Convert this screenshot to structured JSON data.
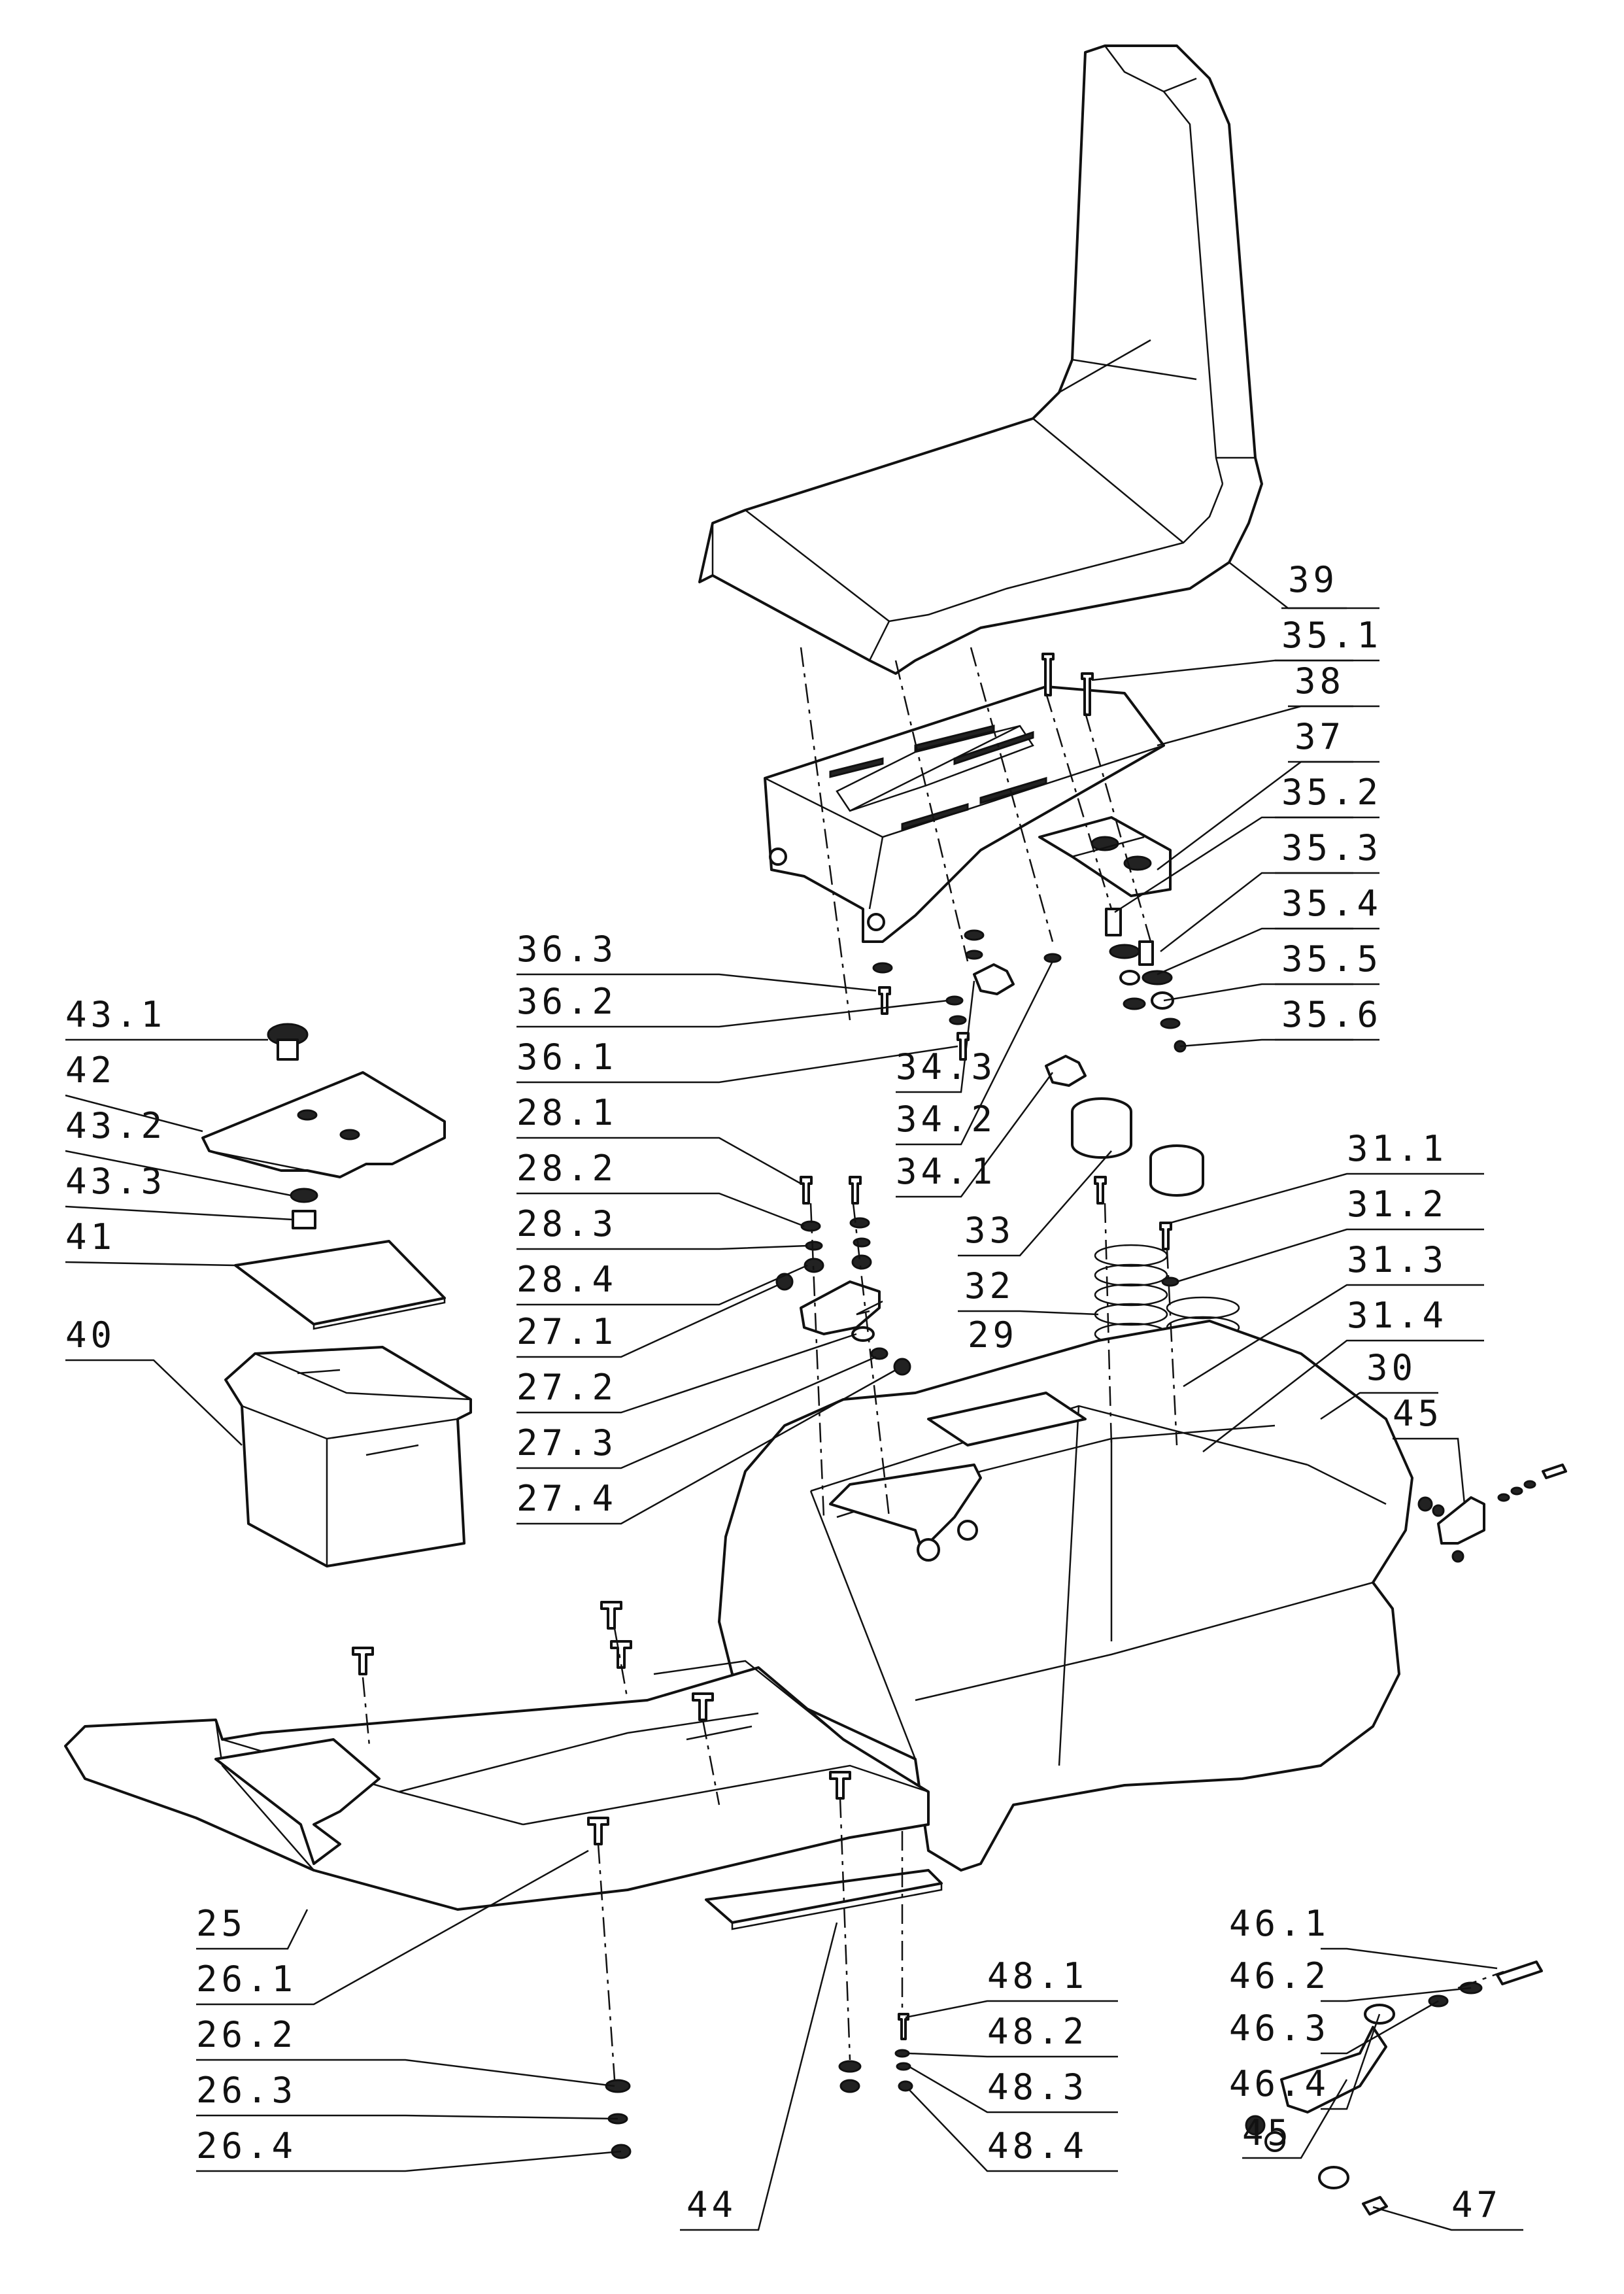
{
  "callouts": [
    {
      "id": "39",
      "text": "39"
    },
    {
      "id": "35-1",
      "text": "35.1"
    },
    {
      "id": "38",
      "text": "38"
    },
    {
      "id": "37",
      "text": "37"
    },
    {
      "id": "35-2",
      "text": "35.2"
    },
    {
      "id": "35-3",
      "text": "35.3"
    },
    {
      "id": "35-4",
      "text": "35.4"
    },
    {
      "id": "35-5",
      "text": "35.5"
    },
    {
      "id": "35-6",
      "text": "35.6"
    },
    {
      "id": "43-1",
      "text": "43.1"
    },
    {
      "id": "42",
      "text": "42"
    },
    {
      "id": "43-2",
      "text": "43.2"
    },
    {
      "id": "43-3",
      "text": "43.3"
    },
    {
      "id": "41",
      "text": "41"
    },
    {
      "id": "40",
      "text": "40"
    },
    {
      "id": "36-3",
      "text": "36.3"
    },
    {
      "id": "36-2",
      "text": "36.2"
    },
    {
      "id": "36-1",
      "text": "36.1"
    },
    {
      "id": "34-3",
      "text": "34.3"
    },
    {
      "id": "34-2",
      "text": "34.2"
    },
    {
      "id": "34-1",
      "text": "34.1"
    },
    {
      "id": "28-1",
      "text": "28.1"
    },
    {
      "id": "28-2",
      "text": "28.2"
    },
    {
      "id": "28-3",
      "text": "28.3"
    },
    {
      "id": "28-4",
      "text": "28.4"
    },
    {
      "id": "27-1",
      "text": "27.1"
    },
    {
      "id": "27-2",
      "text": "27.2"
    },
    {
      "id": "27-3",
      "text": "27.3"
    },
    {
      "id": "27-4",
      "text": "27.4"
    },
    {
      "id": "33",
      "text": "33"
    },
    {
      "id": "32",
      "text": "32"
    },
    {
      "id": "29",
      "text": "29"
    },
    {
      "id": "31-1",
      "text": "31.1"
    },
    {
      "id": "31-2",
      "text": "31.2"
    },
    {
      "id": "31-3",
      "text": "31.3"
    },
    {
      "id": "31-4",
      "text": "31.4"
    },
    {
      "id": "30",
      "text": "30"
    },
    {
      "id": "45a",
      "text": "45"
    },
    {
      "id": "25",
      "text": "25"
    },
    {
      "id": "26-1",
      "text": "26.1"
    },
    {
      "id": "26-2",
      "text": "26.2"
    },
    {
      "id": "26-3",
      "text": "26.3"
    },
    {
      "id": "26-4",
      "text": "26.4"
    },
    {
      "id": "44",
      "text": "44"
    },
    {
      "id": "48-1",
      "text": "48.1"
    },
    {
      "id": "48-2",
      "text": "48.2"
    },
    {
      "id": "48-3",
      "text": "48.3"
    },
    {
      "id": "48-4",
      "text": "48.4"
    },
    {
      "id": "46-1",
      "text": "46.1"
    },
    {
      "id": "46-2",
      "text": "46.2"
    },
    {
      "id": "46-3",
      "text": "46.3"
    },
    {
      "id": "46-4",
      "text": "46.4"
    },
    {
      "id": "45b",
      "text": "45"
    },
    {
      "id": "47",
      "text": "47"
    }
  ]
}
